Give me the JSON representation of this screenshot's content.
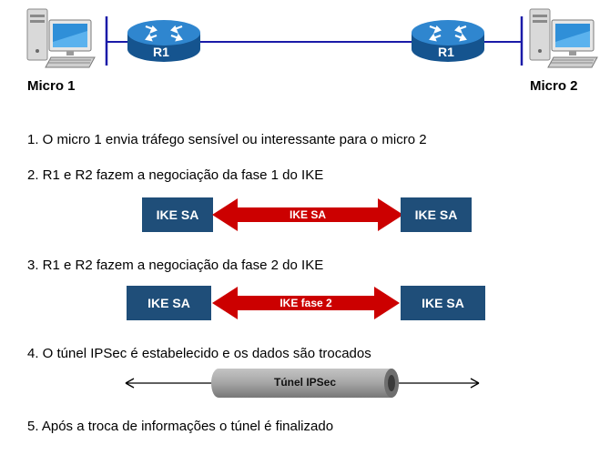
{
  "topology": {
    "pc1_label": "Micro 1",
    "pc2_label": "Micro 2",
    "router1_label": "R1",
    "router2_label": "R1"
  },
  "steps": [
    "1. O micro 1 envia tráfego sensível ou interessante para o micro 2",
    "2. R1 e R2 fazem a negociação da fase 1 do IKE",
    "3. R1 e R2 fazem a negociação da fase 2 do IKE",
    "4. O túnel IPSec é estabelecido e os dados são trocados",
    "5. Após a troca de informações o túnel é finalizado"
  ],
  "phase1": {
    "left_box": "IKE SA",
    "arrow_label": "IKE SA",
    "right_box": "IKE SA"
  },
  "phase2": {
    "left_box": "IKE SA",
    "arrow_label": "IKE fase 2",
    "right_box": "IKE SA"
  },
  "tunnel": {
    "label": "Túnel IPSec"
  },
  "colors": {
    "box_fill": "#1f4e79",
    "arrow_red": "#cc0000",
    "router_blue": "#1e6fb4",
    "link_blue": "#1a1aa8",
    "tunnel_gray": "#9a9a9a"
  },
  "icons": [
    "computer-icon",
    "router-icon"
  ]
}
